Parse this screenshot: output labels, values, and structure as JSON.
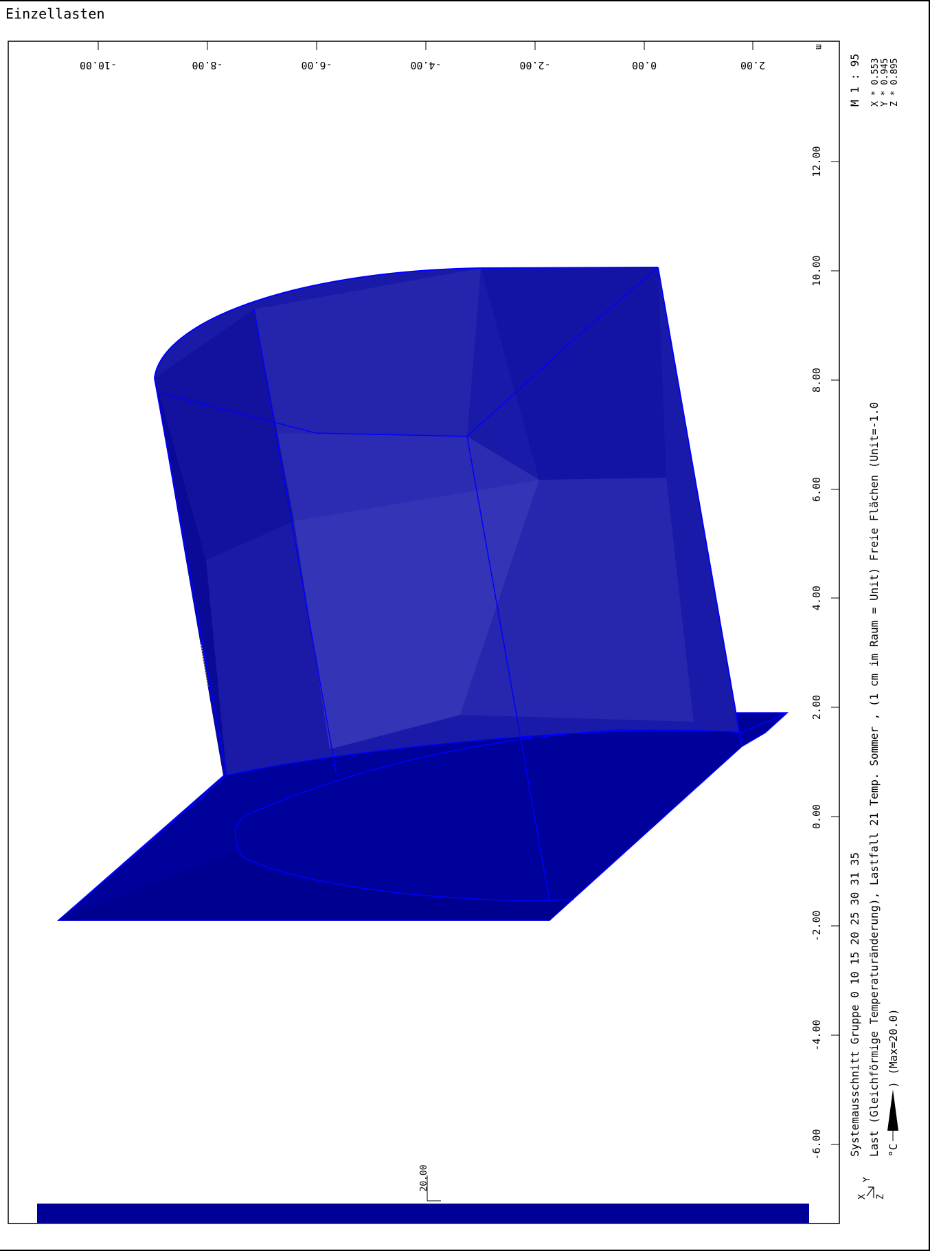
{
  "title": "Einzellasten",
  "x_axis": {
    "unit": "m",
    "ticks": [
      "2.00",
      "0.00",
      "-2.00",
      "-4.00",
      "-6.00",
      "-8.00",
      "-10.00"
    ]
  },
  "y_axis": {
    "ticks": [
      "12.00",
      "10.00",
      "8.00",
      "6.00",
      "4.00",
      "2.00",
      "0.00",
      "-2.00",
      "-4.00",
      "-6.00"
    ]
  },
  "scale_info": {
    "ratio": "M 1 : 95",
    "x_factor": "X * 0.553",
    "y_factor": "Y * 0.945",
    "z_factor": "Z * 0.895"
  },
  "caption": {
    "line1": "Systemausschnitt Gruppe 0 10 15 20 25 30 31 35",
    "line2": "Last (Gleichförmige Temperaturänderung), Lastfall 21  Temp. Sommer   , (1 cm im Raum = Unit) Freie Flächen (Unit=-1.0",
    "line3_prefix": "°C",
    "line3_suffix": ") (Max=20.0)"
  },
  "axis_triad": {
    "x": "X",
    "y": "Y",
    "z": "Z"
  },
  "legend": {
    "value_label": "20.00",
    "color": "#000099"
  },
  "colors": {
    "edge": "#0000ff",
    "surface_dark": "#00009a",
    "surface_mid": "#1c1cb0",
    "surface_light": "#3a3ab8"
  }
}
